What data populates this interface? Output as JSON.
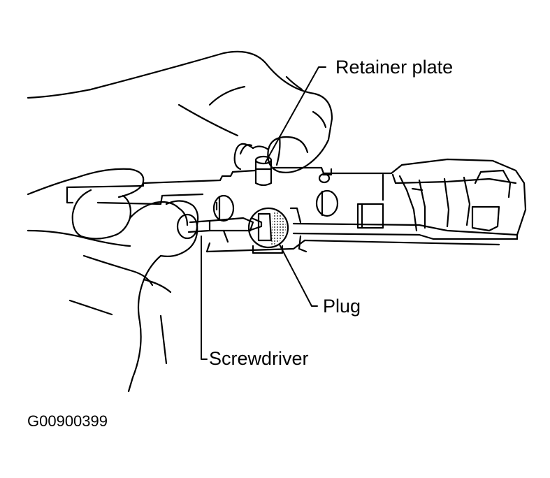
{
  "callouts": {
    "retainer_plate": "Retainer plate",
    "plug": "Plug",
    "screwdriver": "Screwdriver"
  },
  "figure_id": "G00900399",
  "colors": {
    "ink": "#000000",
    "background": "#ffffff",
    "stipple": "#000000"
  }
}
